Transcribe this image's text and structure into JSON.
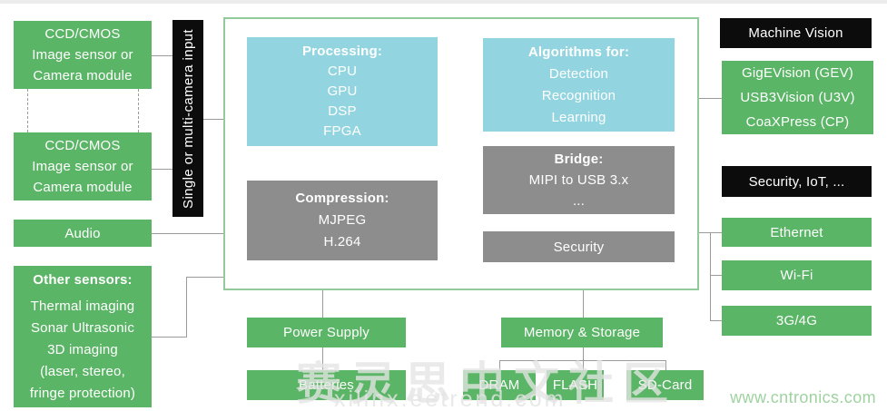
{
  "palette": {
    "green": "#5bb566",
    "blue": "#92d5e0",
    "gray": "#8d8d8d",
    "black": "#0c0c0c",
    "main_border": "#93ca9b",
    "connector": "#9b9b9b",
    "watermark_green": "#9ed3a0"
  },
  "sensors": {
    "camera1": {
      "lines": [
        "CCD/CMOS",
        "Image sensor or",
        "Camera module"
      ]
    },
    "camera2": {
      "lines": [
        "CCD/CMOS",
        "Image sensor or",
        "Camera module"
      ]
    },
    "audio": {
      "label": "Audio"
    },
    "other": {
      "title": "Other sensors:",
      "lines": [
        "Thermal imaging",
        "Sonar Ultrasonic",
        "3D imaging",
        "(laser, stereo,",
        "fringe protection)"
      ]
    }
  },
  "input_bar": {
    "label": "Single or multi-camera input"
  },
  "soc": {
    "processing": {
      "title": "Processing:",
      "items": [
        "CPU",
        "GPU",
        "DSP",
        "FPGA"
      ]
    },
    "algorithms": {
      "title": "Algorithms for:",
      "items": [
        "Detection",
        "Recognition",
        "Learning"
      ]
    },
    "compression": {
      "title": "Compression:",
      "items": [
        "MJPEG",
        "H.264"
      ]
    },
    "bridge": {
      "title": "Bridge:",
      "items": [
        "MIPI to USB 3.x",
        "..."
      ]
    },
    "security": {
      "label": "Security"
    }
  },
  "machine_vision": {
    "header": "Machine Vision",
    "interfaces": [
      "GigEVision (GEV)",
      "USB3Vision (U3V)",
      "CoaXPress (CP)"
    ]
  },
  "connectivity": {
    "header": "Security, IoT, ...",
    "items": [
      "Ethernet",
      "Wi-Fi",
      "3G/4G"
    ]
  },
  "power": {
    "supply": "Power Supply",
    "battery": "Batteries"
  },
  "memory": {
    "header": "Memory & Storage",
    "items": [
      "DRAM",
      "FLASH",
      "SD-Card"
    ]
  },
  "watermarks": {
    "cn_text": "赛灵思中文社区",
    "cn_site": "xilinx.eetrend.com",
    "corner_site": "www.cntronics.com"
  }
}
